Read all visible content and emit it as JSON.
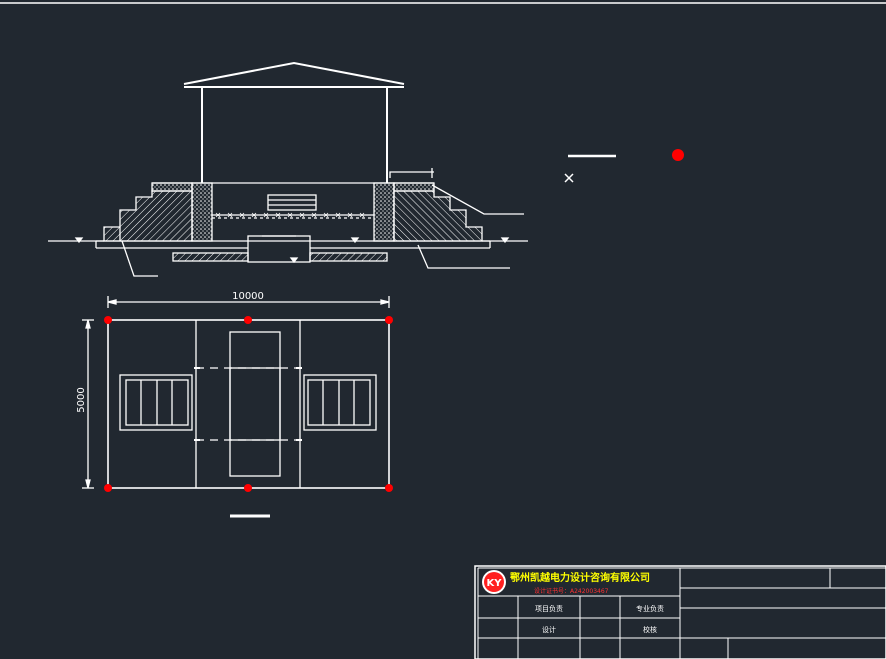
{
  "colors": {
    "background": "#212830",
    "line": "#ffffff",
    "grip": "#ff0000",
    "company_text": "#ffff00",
    "cert_text": "#ff3030"
  },
  "plan": {
    "width_dimension": "10000",
    "height_dimension": "5000"
  },
  "title_block": {
    "logo_letters": "KY",
    "company_name": "鄂州凯越电力设计咨询有限公司",
    "certificate": "设计证书号：A242003467",
    "labels": [
      "项目负责",
      "专业负责",
      "设计",
      "校核"
    ]
  }
}
